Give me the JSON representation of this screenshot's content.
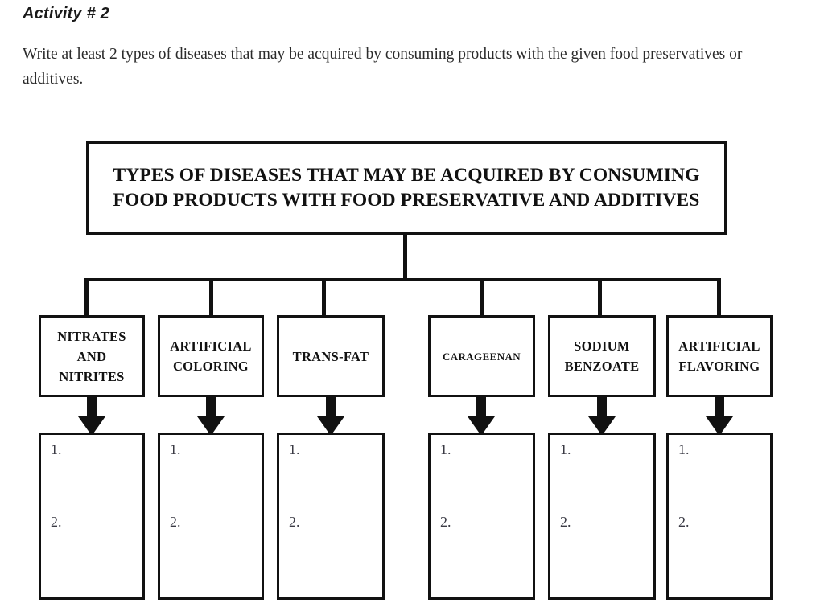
{
  "header": {
    "activity_title": "Activity # 2",
    "instructions": "Write at least 2 types of diseases that may be acquired by consuming products with the given food preservatives or additives."
  },
  "diagram": {
    "type": "hierarchy-tree",
    "root": {
      "label": "TYPES OF DISEASES THAT MAY BE ACQUIRED BY CONSUMING\nFOOD PRODUCTS WITH FOOD PRESERVATIVE AND ADDITIVES"
    },
    "categories": [
      {
        "label": "NITRATES\nAND\nNITRITES",
        "small": false
      },
      {
        "label": "ARTIFICIAL\nCOLORING",
        "small": false
      },
      {
        "label": "TRANS-FAT",
        "small": false
      },
      {
        "label": "CARAGEENAN",
        "small": true
      },
      {
        "label": "SODIUM\nBENZOATE",
        "small": false
      },
      {
        "label": "ARTIFICIAL\nFLAVORING",
        "small": false
      }
    ],
    "answer_boxes": [
      {
        "line1": "1.",
        "line2": "2."
      },
      {
        "line1": "1.",
        "line2": "2."
      },
      {
        "line1": "1.",
        "line2": "2."
      },
      {
        "line1": "1.",
        "line2": "2."
      },
      {
        "line1": "1.",
        "line2": "2."
      },
      {
        "line1": "1.",
        "line2": "2."
      }
    ]
  },
  "colors": {
    "ink": "#111111",
    "page_background": "#ffffff",
    "body_text": "#2b2b2b",
    "answer_numeral": "#3a3a44"
  }
}
